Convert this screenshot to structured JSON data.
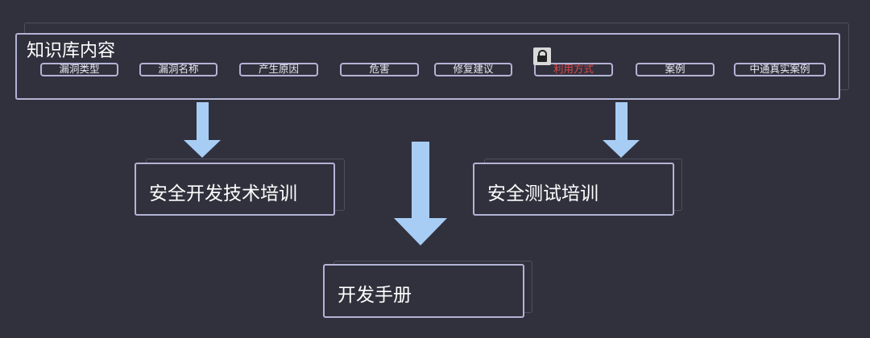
{
  "knowledge_base": {
    "title": "知识库内容",
    "items": [
      {
        "label": "漏洞类型",
        "highlight": false
      },
      {
        "label": "漏洞名称",
        "highlight": false
      },
      {
        "label": "产生原因",
        "highlight": false
      },
      {
        "label": "危害",
        "highlight": false
      },
      {
        "label": "修复建议",
        "highlight": false
      },
      {
        "label": "利用方式",
        "highlight": true
      },
      {
        "label": "案例",
        "highlight": false
      },
      {
        "label": "中通真实案例",
        "highlight": false
      }
    ]
  },
  "nodes": {
    "secure_dev_training": "安全开发技术培训",
    "security_test_training": "安全测试培训",
    "dev_manual": "开发手册"
  },
  "colors": {
    "background": "#31313d",
    "box_border": "#b3b3d6",
    "arrow": "#a8cdf5",
    "highlight_text": "#e0494c"
  },
  "icons": {
    "lock": "lock-icon"
  }
}
